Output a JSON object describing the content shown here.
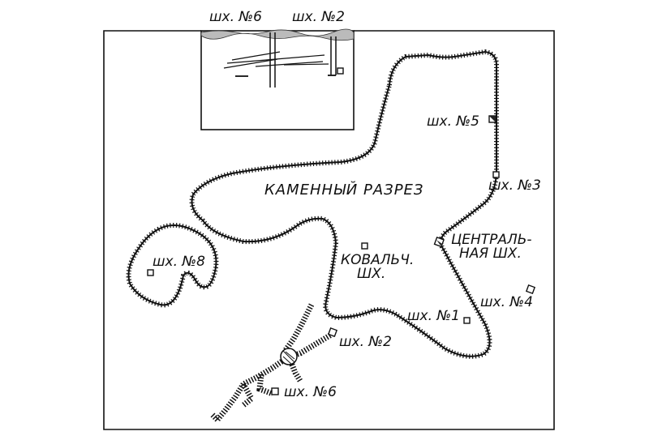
{
  "labels": {
    "main_area": "КАМЕННЫЙ РАЗРЕЗ",
    "shaft_5": "шх. №5",
    "shaft_3": "шх. №3",
    "central_line1": "ЦЕНТРАЛЬ-",
    "central_line2": "НАЯ ШХ.",
    "shaft_4": "шх. №4",
    "shaft_1": "шх. №1",
    "shaft_2": "шх. №2",
    "shaft_6": "шх. №6",
    "shaft_8": "шх. №8",
    "kovalch_line1": "КОВАЛЬЧ.",
    "kovalch_line2": "ШХ."
  },
  "inset": {
    "label_left": "шх. №6",
    "label_right": "шх. №2"
  },
  "icons": {
    "shaft_marker": "square-shaft-symbol"
  }
}
